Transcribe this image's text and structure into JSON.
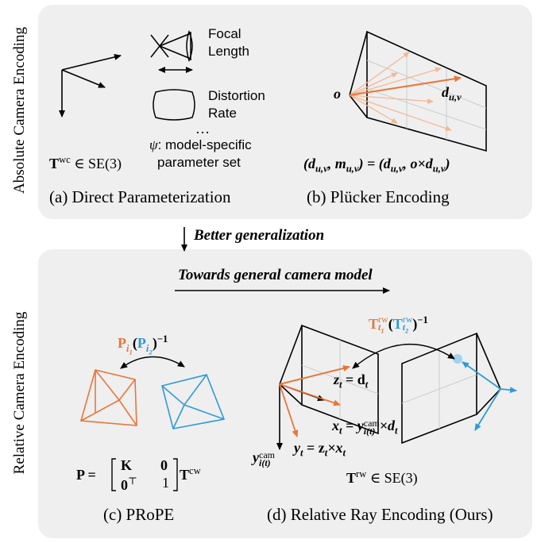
{
  "sections": {
    "absolute_label": "Absolute Camera Encoding",
    "relative_label": "Relative Camera Encoding"
  },
  "arrow_text": "Better generalization",
  "towards_text": "Towards general camera model",
  "panel_a": {
    "caption": "(a) Direct Parameterization",
    "focal_line1": "Focal",
    "focal_line2": "Length",
    "distortion_line1": "Distortion",
    "distortion_line2": "Rate",
    "ellipsis": "…",
    "psi_symbol": "ψ",
    "psi_line1": ": model-specific",
    "psi_line2": "parameter set",
    "twc_symbol": "T",
    "twc_sup": "wc",
    "twc_rest": " ∈ SE(3)"
  },
  "panel_b": {
    "caption": "(b) Plücker Encoding",
    "origin": "o",
    "ray": "d",
    "ray_sub": "u,v",
    "formula_left": "(d",
    "formula_sub1": "u,v",
    "formula_mid": ", m",
    "formula_sub2": "u,v",
    "formula_eq": ") = (d",
    "formula_sub3": "u,v",
    "formula_cross": ", o×d",
    "formula_sub4": "u,v",
    "formula_end": ")"
  },
  "panel_c": {
    "caption": "(c) PRoPE",
    "relation_p1": "P",
    "relation_sub1": "i",
    "relation_sub1b": "1",
    "relation_p2": "P",
    "relation_sub2": "i",
    "relation_sub2b": "2",
    "relation_inv": "−1",
    "matrix_lhs": "P = ",
    "matrix_k": "K",
    "matrix_zero": "0",
    "matrix_zero_t": "0",
    "matrix_t_sup": "⊤",
    "matrix_one": "1",
    "matrix_rhs": "T",
    "matrix_rhs_sup": "cw"
  },
  "panel_d": {
    "caption": "(d) Relative Ray Encoding (Ours)",
    "relation_t1": "T",
    "relation_t1_sup": "rw",
    "relation_t1_sub": "t",
    "relation_t1_subsub": "1",
    "relation_t2": "T",
    "relation_t2_sup": "rw",
    "relation_t2_sub": "t",
    "relation_t2_subsub": "2",
    "relation_inv": "−1",
    "z_eq": "z",
    "z_sub": "t",
    "z_rhs": " = d",
    "z_rhs_sub": "t",
    "x_eq": "x",
    "x_sub": "t",
    "x_rhs": " = y",
    "x_rhs_sup": "cam",
    "x_rhs_sub": "i(t)",
    "x_cross": "×d",
    "x_cross_sub": "t",
    "y_lbl": "y",
    "y_lbl_sup": "cam",
    "y_lbl_sub": "i(t)",
    "y_eq": "y",
    "y_eq_sub": "t",
    "y_rhs": " = z",
    "y_rhs_sub": "t",
    "y_cross": "×x",
    "y_cross_sub": "t",
    "trw_symbol": "T",
    "trw_sup": "rw",
    "trw_rest": " ∈ SE(3)"
  },
  "colors": {
    "panel_bg": "#efefef",
    "orange": "#e8763a",
    "blue": "#2f9bd6",
    "light_orange": "#f4b894",
    "grid": "#cccccc"
  }
}
